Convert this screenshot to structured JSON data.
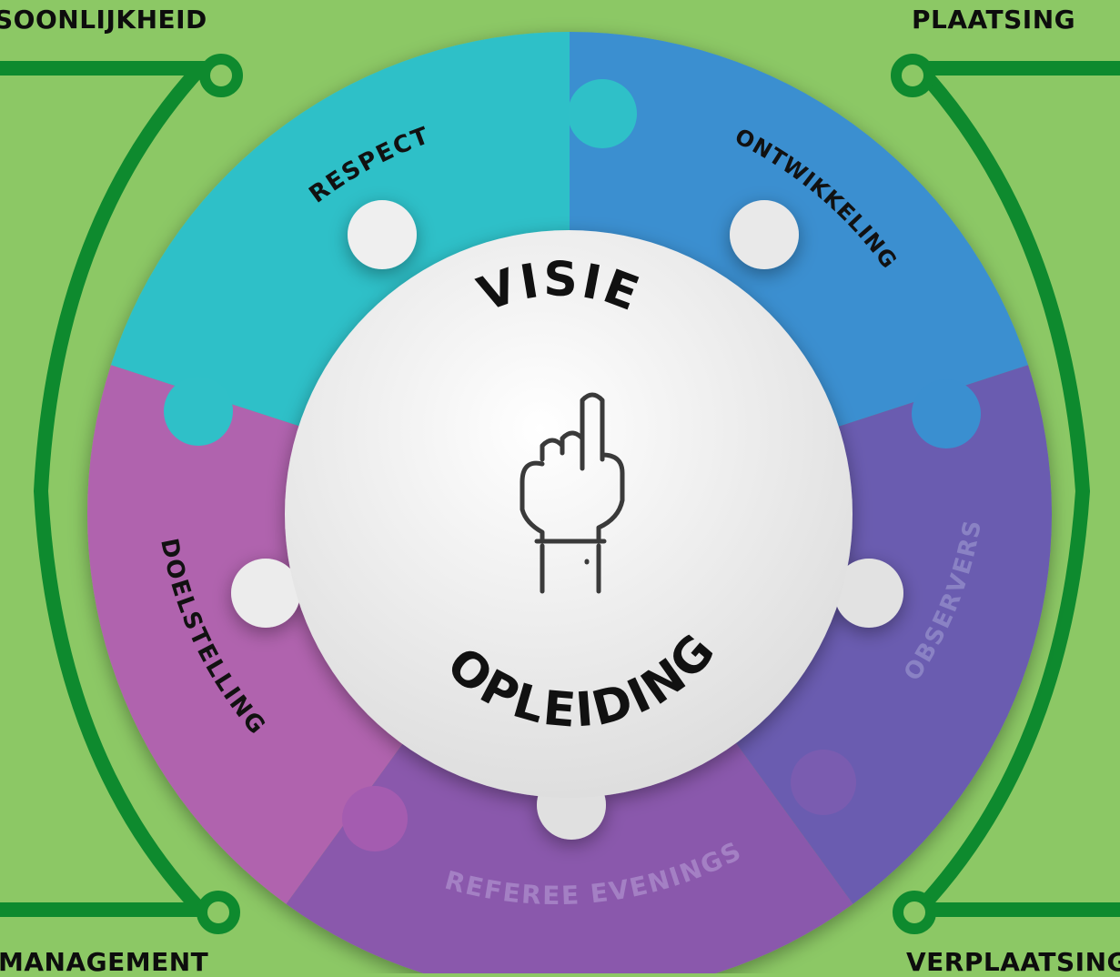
{
  "corners": {
    "top_left": "SOONLIJKHEID",
    "top_right": "PLAATSING",
    "bottom_left": "MANAGEMENT",
    "bottom_right": "VERPLAATSING"
  },
  "center": {
    "top_word": "VISIE",
    "bottom_word": "OPLEIDING",
    "icon": "pointing-hand-icon"
  },
  "pieces": [
    {
      "label": "RESPECT",
      "color": "#2fc0c8"
    },
    {
      "label": "ONTWIKKELING",
      "color": "#3a8fd0"
    },
    {
      "label": "OBSERVERS",
      "color": "#6a5cb0"
    },
    {
      "label": "REFEREE EVENINGS",
      "color": "#8a58ac"
    },
    {
      "label": "DOELSTELLING",
      "color": "#b064ae"
    }
  ],
  "colors": {
    "background": "#8cc865",
    "bracket": "#0e8a2e",
    "center_disc": "#eeeeee"
  }
}
